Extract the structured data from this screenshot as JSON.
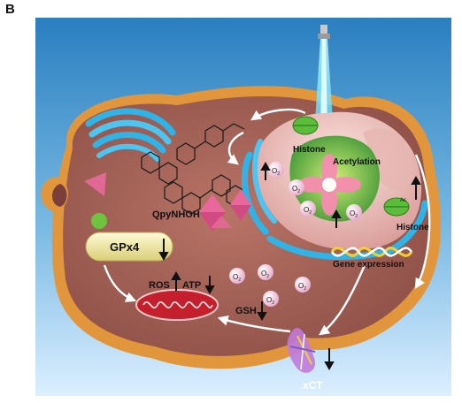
{
  "panel_label": "B",
  "labels": {
    "compound": "QpyNHOH",
    "gpx4": "GPx4",
    "ros": "ROS",
    "atp": "ATP",
    "gsh": "GSH",
    "xct": "xCT",
    "histone_top": "Histone",
    "histone_right": "Histone",
    "acetylation": "Acetylation",
    "gene_expression": "Gene expression",
    "oxygen": "O",
    "oxygen_sub": "2",
    "acetyl_tag": "Ac"
  },
  "icons": [
    "laser-beam-icon",
    "golgi-apparatus-icon",
    "mitochondrion-icon",
    "nucleus-icon",
    "dna-helix-icon",
    "histone-icon",
    "xct-transporter-icon",
    "molecule-structure-icon"
  ],
  "colors": {
    "background_top": "#2f86c4",
    "background_bottom": "#cfe8f7",
    "cytoplasm": "#9b5a4f",
    "membrane": "#e79a3c",
    "nucleus": "#f3c7c2",
    "organelle_blue": "#2fb4e8",
    "laser": "#48d8ff",
    "gpx4_capsule": "#f4efb0",
    "mitochondrion": "#c51e2c",
    "oxygen_bubble": "#f0c9dc",
    "histone_green": "#5bbd3a"
  }
}
